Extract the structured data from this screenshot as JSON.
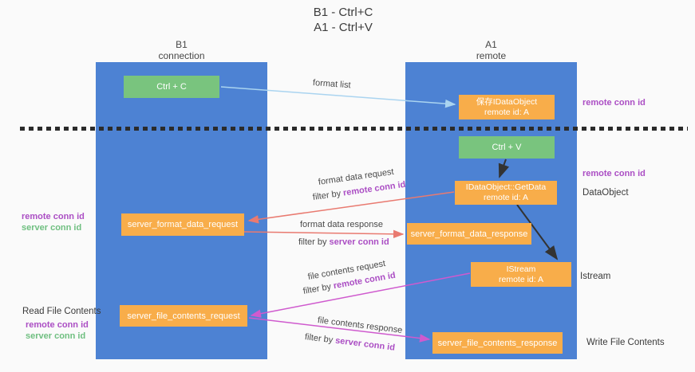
{
  "title": {
    "line1": "B1 - Ctrl+C",
    "line2": "A1 - Ctrl+V"
  },
  "left_column": {
    "header": {
      "line1": "B1",
      "line2": "connection"
    },
    "ctrl_c_label": "Ctrl + C",
    "format_request_label": "server_format_data_request",
    "file_request_label": "server_file_contents_request"
  },
  "right_column": {
    "header": {
      "line1": "A1",
      "line2": "remote"
    },
    "ctrl_v_label": "Ctrl + V",
    "save_box": {
      "line1": "保存IDataObject",
      "line2": "remote id: A"
    },
    "getdata_box": {
      "line1": "IDataObject::GetData",
      "line2": "remote id: A"
    },
    "istream_box": {
      "line1": "IStream",
      "line2": "remote id: A"
    },
    "format_response_label": "server_format_data_response",
    "file_response_label": "server_file_contents_response"
  },
  "flow_labels": {
    "format_list": "format list",
    "format_data_request": "format data request",
    "filter_by_remote_1": {
      "prefix": "filter by ",
      "value": "remote conn id"
    },
    "format_data_response": "format data response",
    "filter_by_server_1": {
      "prefix": "filter by ",
      "value": "server conn id"
    },
    "file_contents_request": "file contents request",
    "filter_by_remote_2": {
      "prefix": "filter by ",
      "value": "remote conn id"
    },
    "file_contents_response": "file contents response",
    "filter_by_server_2": {
      "prefix": "filter by ",
      "value": "server conn id"
    }
  },
  "annotations": {
    "remote_conn_id_top_right": "remote conn id",
    "remote_conn_id_mid_right": "remote conn id",
    "dataobject": "DataObject",
    "istream": "Istream",
    "write_file_contents": "Write File Contents",
    "read_file_contents": "Read File Contents",
    "remote_conn_id_left_1": "remote conn id",
    "server_conn_id_left_1": "server conn id",
    "remote_conn_id_left_2": "remote conn id",
    "server_conn_id_left_2": "server conn id"
  },
  "colors": {
    "lane_blue": "#4d82d3",
    "box_orange": "#f8ad4a",
    "box_green": "#79c47e",
    "arrow_light_blue": "#aad4f0",
    "arrow_salmon": "#e97a70",
    "arrow_magenta": "#cf5ace",
    "arrow_black": "#333333",
    "text_purple": "#ab4ec4",
    "text_green": "#6fbf80",
    "background": "#fafafa"
  }
}
